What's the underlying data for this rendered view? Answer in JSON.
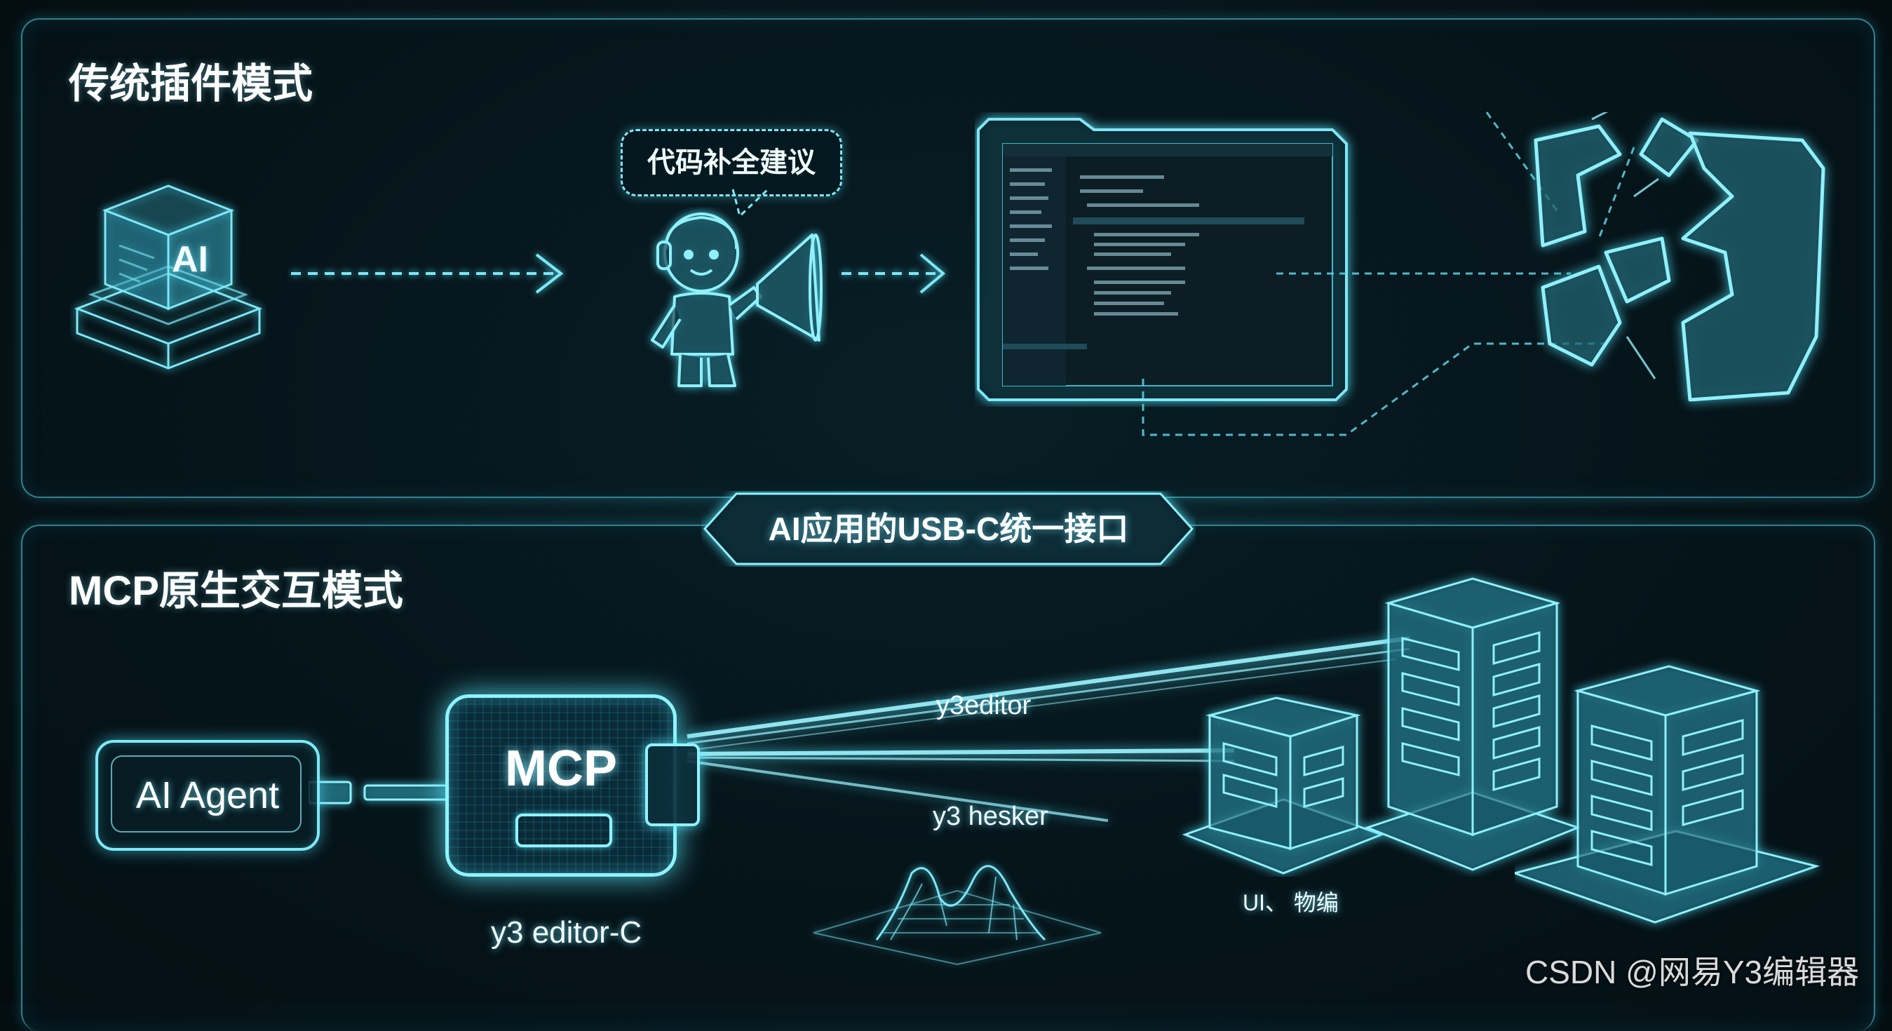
{
  "sections": {
    "top_title": "传统插件模式",
    "bottom_title": "MCP原生交互模式"
  },
  "banner": {
    "label": "AI应用的USB-C统一接口"
  },
  "traditional": {
    "ai_cube_label": "AI",
    "speech_bubble": "代码补全建议"
  },
  "mcp_mode": {
    "agent_label": "AI Agent",
    "mcp_label": "MCP",
    "mcp_caption": "y3 editor-C",
    "link_label_1": "y3editor",
    "link_label_2": "y3 hesker",
    "ui_label": "UI、 物编"
  },
  "watermark": "CSDN @网易Y3编辑器",
  "colors": {
    "accent": "#7fe6f5",
    "glow": "#8ff3ff",
    "background": "#061419"
  }
}
